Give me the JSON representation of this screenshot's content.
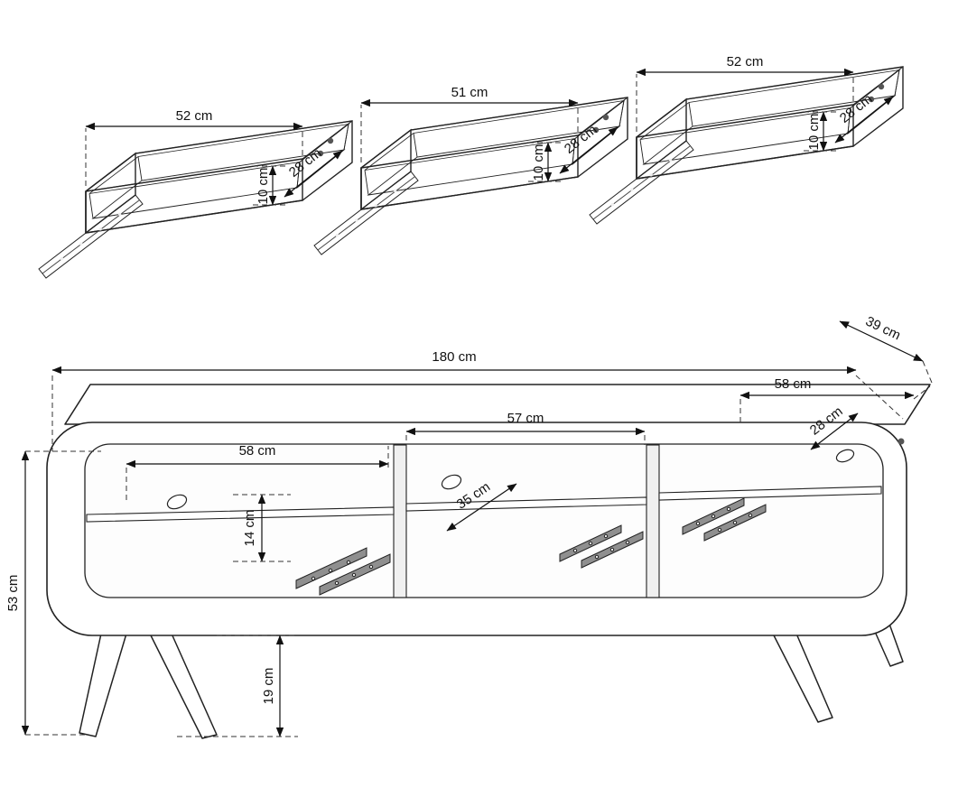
{
  "diagram": {
    "kind": "furniture technical drawing",
    "unit": "cm",
    "line_color": "#222222",
    "background": "#ffffff"
  },
  "drawers": {
    "items": [
      {
        "id": "drawer-left",
        "width": "52 cm",
        "height": "10 cm",
        "depth": "28 cm"
      },
      {
        "id": "drawer-middle",
        "width": "51 cm",
        "height": "10 cm",
        "depth": "28 cm"
      },
      {
        "id": "drawer-right",
        "width": "52 cm",
        "height": "10 cm",
        "depth": "28 cm"
      }
    ]
  },
  "cabinet": {
    "overall_width": "180 cm",
    "depth": "39 cm",
    "height": "53 cm",
    "left_compartment_width": "58 cm",
    "middle_compartment_width": "57 cm",
    "right_compartment_width": "58 cm",
    "right_compartment_depth": "28 cm",
    "middle_compartment_depth": "35 cm",
    "shelf_spacing": "14 cm",
    "leg_height": "19 cm"
  }
}
